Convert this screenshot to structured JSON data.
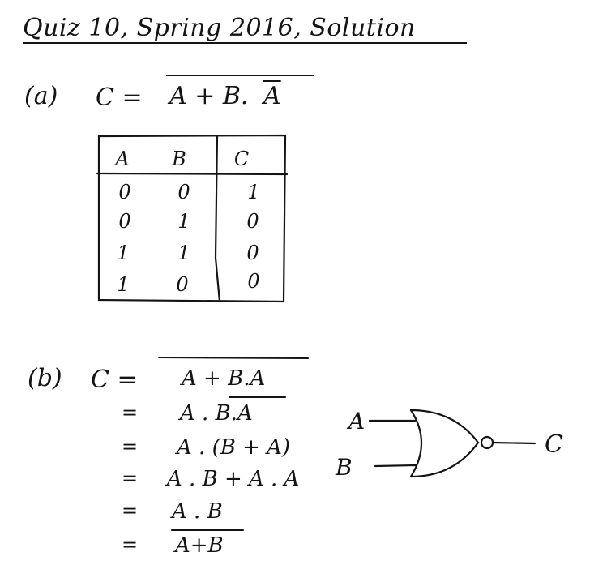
{
  "document": {
    "title": "Quiz 10, Spring 2016, Solution"
  },
  "part_a": {
    "label": "(a)",
    "lhs": "C =",
    "expr_overbarred": "A + B.A",
    "expr_parts": [
      "A + B.",
      "A"
    ],
    "truth_table": {
      "headers": [
        "A",
        "B",
        "C"
      ],
      "rows": [
        [
          "0",
          "0",
          "1"
        ],
        [
          "0",
          "1",
          "0"
        ],
        [
          "1",
          "1",
          "0"
        ],
        [
          "1",
          "0",
          "0"
        ]
      ]
    }
  },
  "part_b": {
    "label": "(b)",
    "lhs": "C =",
    "steps": [
      {
        "prefix": "",
        "text": "A + B.A"
      },
      {
        "prefix": "=",
        "text": "A . B.A"
      },
      {
        "prefix": "=",
        "text": "A . (B + A)"
      },
      {
        "prefix": "=",
        "text": "A . B + A . A"
      },
      {
        "prefix": "=",
        "text": "A . B"
      },
      {
        "prefix": "=",
        "text": "A+B"
      }
    ],
    "gate": {
      "type": "NOR",
      "input_a": "A",
      "input_b": "B",
      "output": "C"
    }
  }
}
